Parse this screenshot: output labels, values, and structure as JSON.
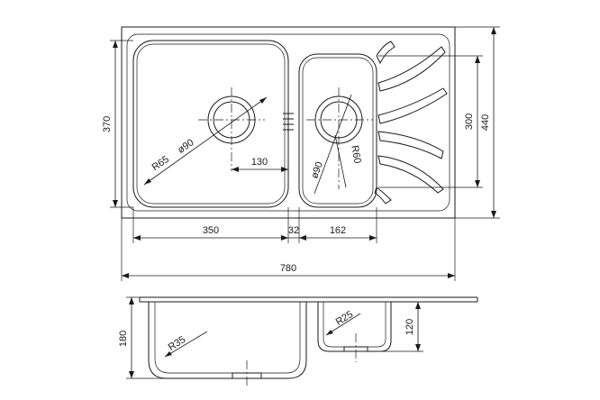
{
  "dimensions": {
    "total_width": "780",
    "total_depth": "440",
    "main_bowl_depth": "370",
    "drainer_length": "300",
    "main_bowl_width": "350",
    "divider_width": "32",
    "small_bowl_width": "162",
    "main_drain_offset": "130",
    "main_drain_diameter": "ø90",
    "small_drain_diameter": "ø90",
    "main_corner_radius": "R65",
    "small_corner_radius": "R60",
    "main_bowl_height": "180",
    "small_bowl_height": "120",
    "main_bottom_radius": "R35",
    "small_bottom_radius": "R25"
  }
}
